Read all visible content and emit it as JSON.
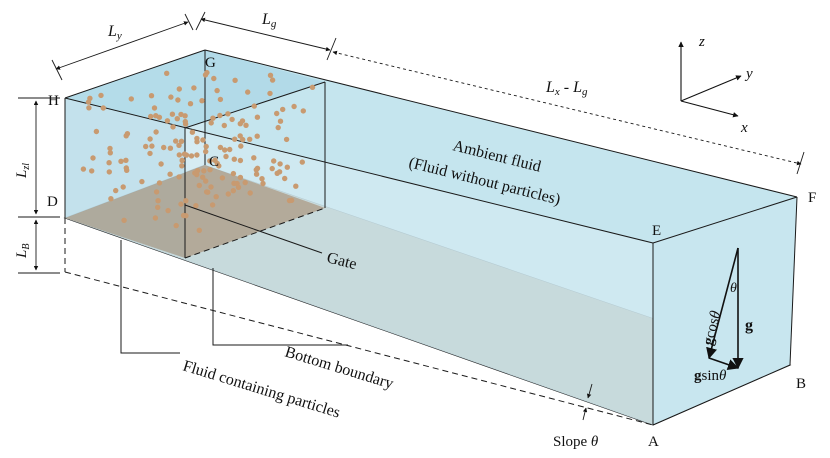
{
  "labels": {
    "H": "H",
    "G": "G",
    "C": "C",
    "D": "D",
    "E": "E",
    "F": "F",
    "A": "A",
    "B": "B",
    "Ly": "L",
    "Ly_sub": "y",
    "Lg": "L",
    "Lg_sub": "g",
    "Lx_Lg": "L",
    "Lx_Lg_sub1": "x",
    "Lx_Lg_mid": " - L",
    "Lx_Lg_sub2": "g",
    "Lzl": "L",
    "Lzl_sub": "zl",
    "LB": "L",
    "LB_sub": "B",
    "ambient_line1": "Ambient fluid",
    "ambient_line2": "(Fluid without particles)",
    "gate": "Gate",
    "bottom_boundary": "Bottom boundary",
    "fluid_particles": "Fluid containing particles",
    "slope_text": "Slope ",
    "slope_theta": "θ",
    "axis_z": "z",
    "axis_y": "y",
    "axis_x": "x",
    "gcos_g": "g",
    "gcos_text": "cos",
    "gcos_theta": "θ",
    "gsin_g": "g",
    "gsin_text": "sin",
    "gsin_theta": "θ",
    "theta": "θ",
    "g_vec": "g"
  },
  "colors": {
    "water": "#cfe9f1",
    "water_top": "#c2e3ee",
    "bottom": "#9b8467",
    "particle": "#c89a70",
    "line": "#1a1a1a"
  },
  "icons": [
    "gravity-vector-icon",
    "axis-triad-icon"
  ]
}
